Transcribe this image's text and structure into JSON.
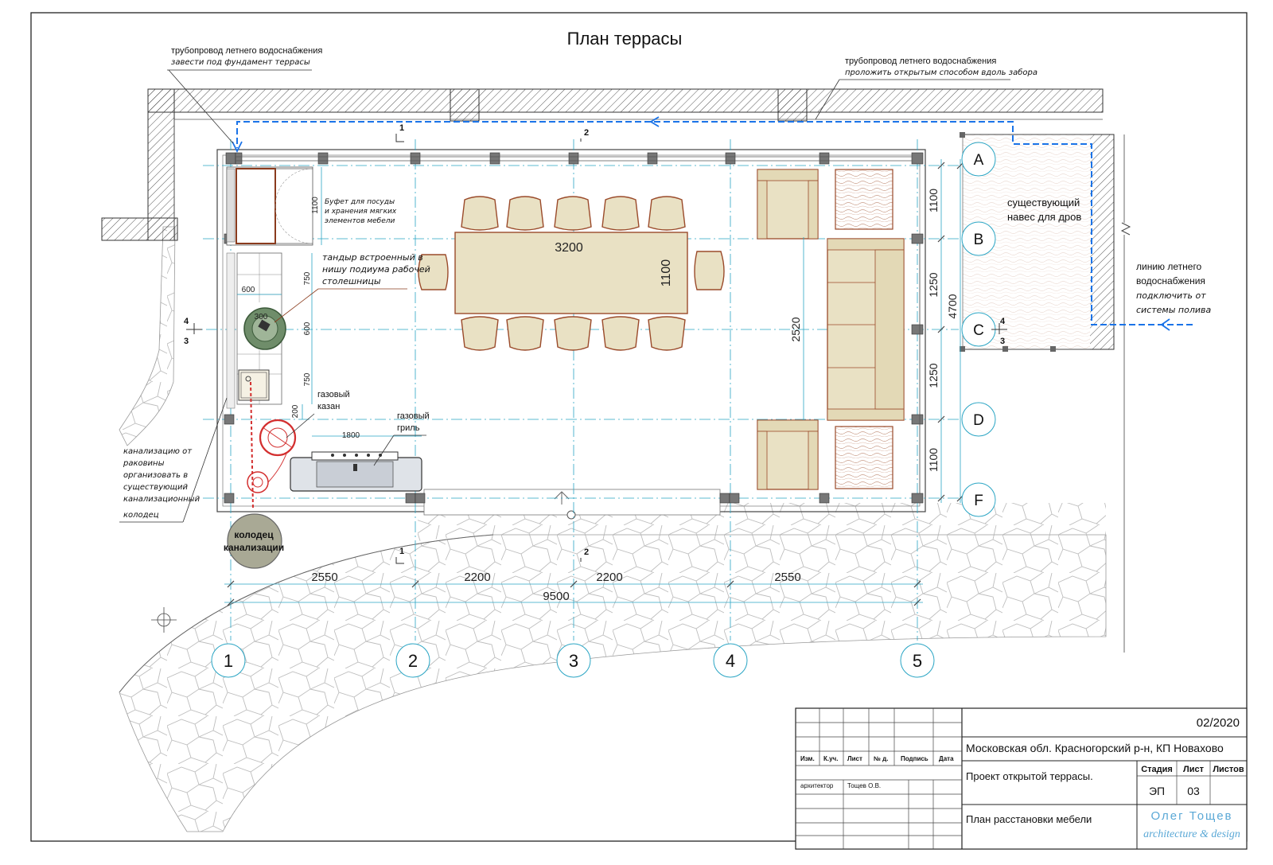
{
  "title": "План террасы",
  "notes": {
    "pipe_top_left": {
      "l1": "трубопровод летнего водоснабжения",
      "l2": "завести под фундамент террасы"
    },
    "pipe_top_right": {
      "l1": "трубопровод летнего водоснабжения",
      "l2": "проложить открытым способом вдоль забора"
    },
    "buffet": {
      "l1": "Буфет для посуды",
      "l2": "и хранения мягких",
      "l3": "элементов мебели"
    },
    "tandoor": {
      "l1": "тандыр встроенный в",
      "l2": "нишу подиума рабочей",
      "l3": "столешницы"
    },
    "kazan": {
      "l1": "газовый",
      "l2": "казан"
    },
    "grill": {
      "l1": "газовый",
      "l2": "гриль"
    },
    "sewer_note": {
      "l1": "канализацию от",
      "l2": "раковины",
      "l3": "организовать в",
      "l4": "существующий",
      "l5": "канализационный",
      "l6": "колодец"
    },
    "well": {
      "l1": "колодец",
      "l2": "канализации"
    },
    "shed": {
      "l1": "существующий",
      "l2": "навес для дров"
    },
    "water_line": {
      "l1": "линию летнего",
      "l2": "водоснабжения",
      "l3": "подключить от",
      "l4": "системы полива"
    }
  },
  "dimensions": {
    "bottom": [
      "2550",
      "2200",
      "2200",
      "2550"
    ],
    "bottom_total": "9500",
    "right": [
      "1100",
      "1250",
      "1250",
      "1100"
    ],
    "right_total": "4700",
    "table_length": "3200",
    "table_width": "1100",
    "lounge_width": "2520",
    "buffet": "1100",
    "kitchen_w": "600",
    "kitchen_d": [
      "750",
      "600",
      "750"
    ],
    "tandoor_d": "300",
    "grill_counter": "1800",
    "kazan_gap": "200"
  },
  "axes": {
    "columns": [
      "1",
      "2",
      "3",
      "4",
      "5"
    ],
    "rows": [
      "A",
      "B",
      "C",
      "D",
      "F"
    ]
  },
  "section_marks": [
    "1",
    "2",
    "4",
    "3"
  ],
  "title_block": {
    "date": "02/2020",
    "address": "Московская обл. Красногорский р-н, КП Новахово",
    "headers": [
      "Изм.",
      "К.уч.",
      "Лист",
      "№ д.",
      "Подпись",
      "Дата"
    ],
    "role": "архитектор",
    "person": "Тощев О.В.",
    "project": "Проект открытой террасы.",
    "sheet_name": "План расстановки мебели",
    "stage_label": "Стадия",
    "sheet_label": "Лист",
    "sheets_label": "Листов",
    "stage": "ЭП",
    "sheet": "03",
    "sheets": "",
    "logo_name": "Олег Тощев",
    "logo_sub": "architecture & design"
  },
  "colors": {
    "water_line": "#1a73e8",
    "sewer": "#d32f2f",
    "axis": "#2aa5c4",
    "furniture_fill": "#e9e1c4",
    "furniture_stroke": "#9a4a2a"
  }
}
